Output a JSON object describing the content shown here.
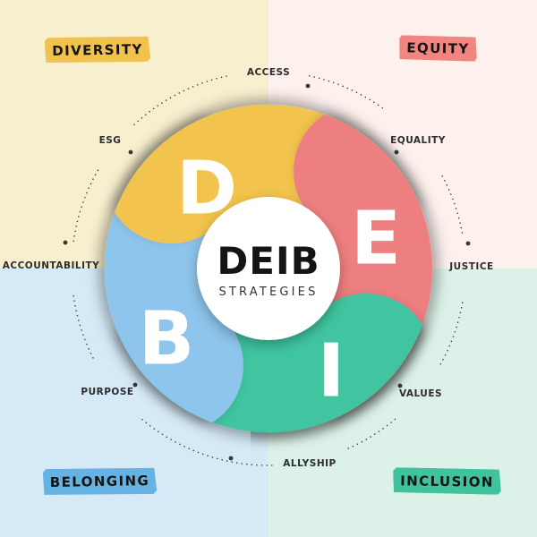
{
  "center": {
    "acronym": "DEIB",
    "subtitle": "STRATEGIES"
  },
  "quadrant_labels": {
    "top_left": "DIVERSITY",
    "top_right": "EQUITY",
    "bottom_left": "BELONGING",
    "bottom_right": "INCLUSION"
  },
  "blade_letters": {
    "diversity": "D",
    "equity": "E",
    "belonging": "B",
    "inclusion": "I"
  },
  "orbit_labels": [
    "ACCESS",
    "EQUALITY",
    "JUSTICE",
    "VALUES",
    "ALLYSHIP",
    "PURPOSE",
    "ACCOUNTABILITY",
    "ESG"
  ],
  "colors": {
    "diversity_blade": "#F2C44E",
    "equity_blade": "#EE7F80",
    "belonging_blade": "#8EC5EC",
    "inclusion_blade": "#3FC5A0",
    "diversity_chip": "#F1C24D",
    "equity_chip": "#F28580",
    "belonging_chip": "#66B2E2",
    "inclusion_chip": "#3EC39D",
    "diversity_bg": "#F8EFCF",
    "equity_bg": "#FDF1EE",
    "belonging_bg": "#D5E9F6",
    "inclusion_bg": "#DCF2E8",
    "dotted_line": "#3F3F3F"
  }
}
